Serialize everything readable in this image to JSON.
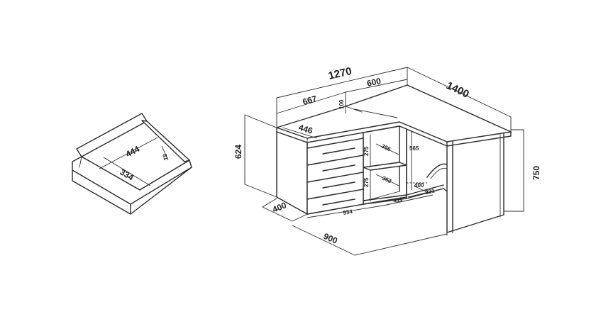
{
  "drawer": {
    "width": "444",
    "depth": "334",
    "height": "81"
  },
  "desk": {
    "total_width": "1270",
    "left_top_width": "667",
    "right_top_width": "600",
    "return_length": "1400",
    "top_rail": "100",
    "cabinet_top_depth": "446",
    "cabinet_height": "624",
    "desk_height": "750",
    "shelf_upper": "275",
    "shelf_lower": "275",
    "shelf_depth_upper": "356",
    "shelf_depth_lower": "363",
    "opening_height": "565",
    "leg_depth": "400",
    "leg_gap": "221",
    "bottom_depth": "400",
    "bottom_front": "534",
    "bottom_mid": "411",
    "bottom_total": "900"
  }
}
